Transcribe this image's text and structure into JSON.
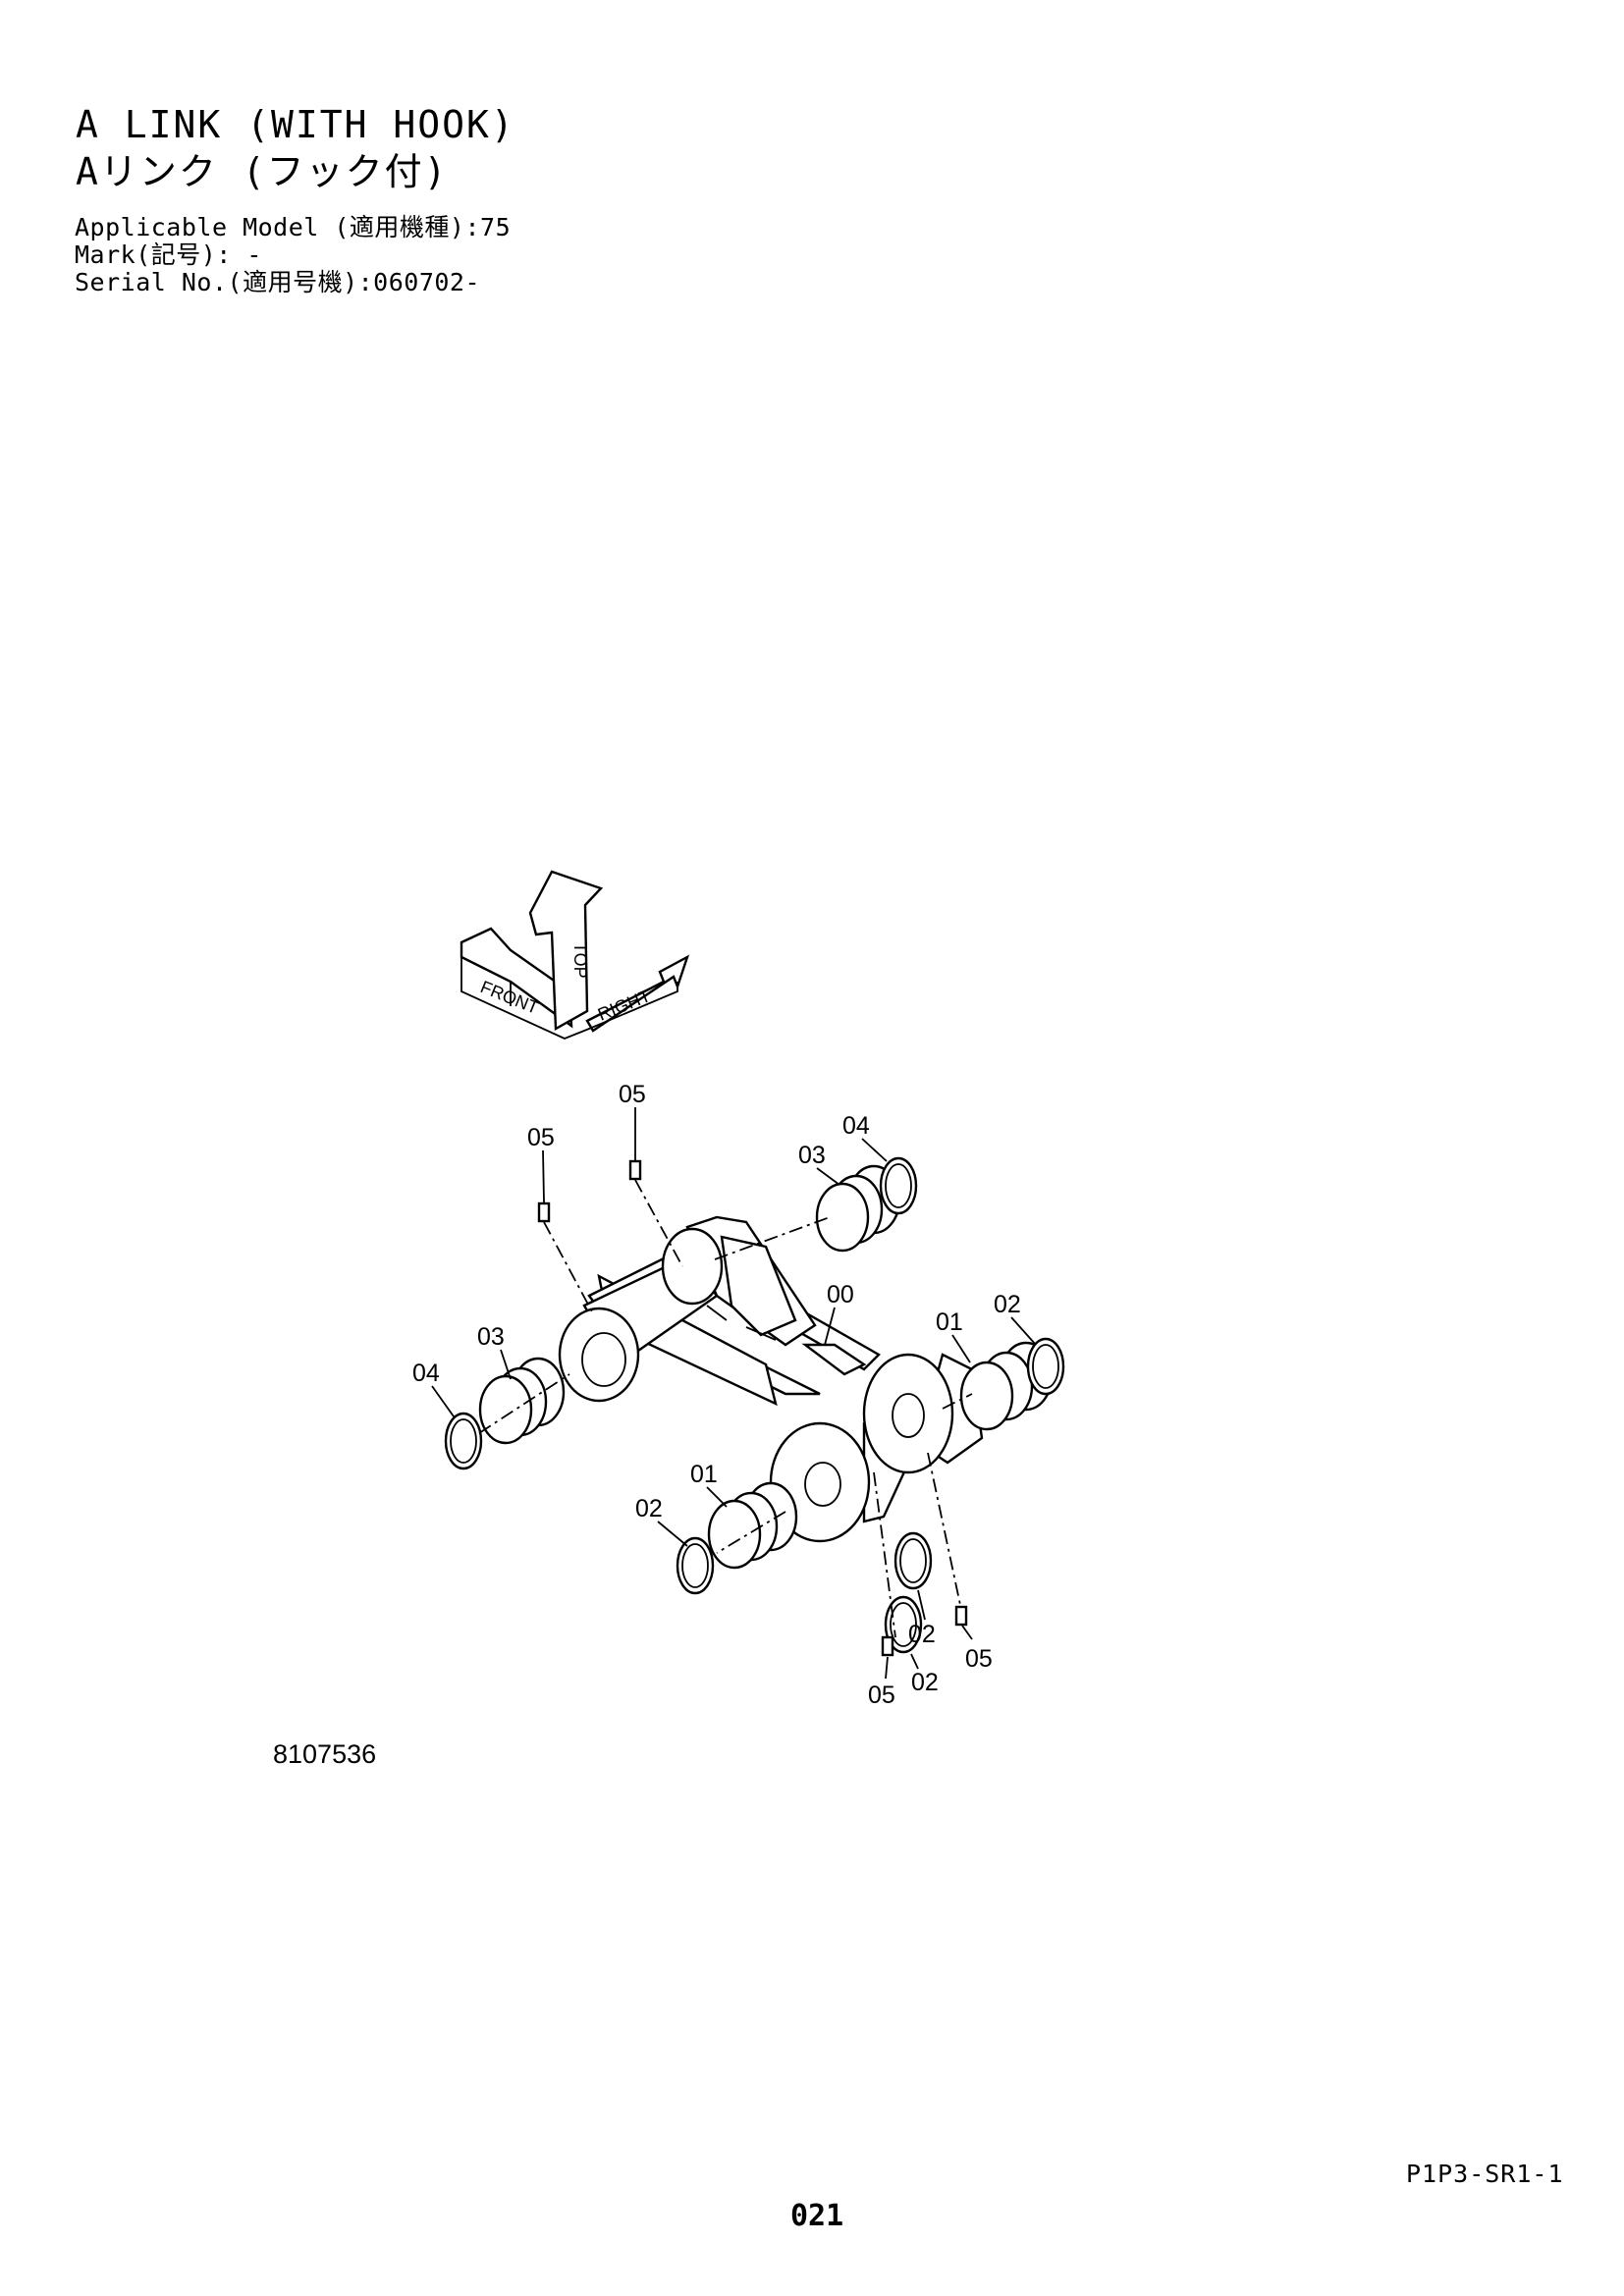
{
  "header": {
    "title_en": "A LINK (WITH HOOK)",
    "title_ja": "Aリンク (フック付)",
    "applicable_model": "Applicable Model (適用機種):75",
    "mark": "Mark(記号): -",
    "serial_no": "Serial No.(適用号機):060702-"
  },
  "orientation_indicator": {
    "front": "FRONT",
    "top": "TOP",
    "right": "RIGHT"
  },
  "callouts": {
    "c00": "00",
    "c01_right": "01",
    "c02_right": "02",
    "c01_lower": "01",
    "c02_lower": "02",
    "c03_left": "03",
    "c04_left": "04",
    "c03_top": "03",
    "c04_top": "04",
    "c05_top_left": "05",
    "c05_top_right": "05",
    "c02_ring_a": "02",
    "c02_ring_b": "02",
    "c05_bottom_right": "05",
    "c05_bottom_left": "05"
  },
  "drawing_number": "8107536",
  "footer": {
    "page_ref": "P1P3-SR1-1",
    "page_number": "021"
  }
}
